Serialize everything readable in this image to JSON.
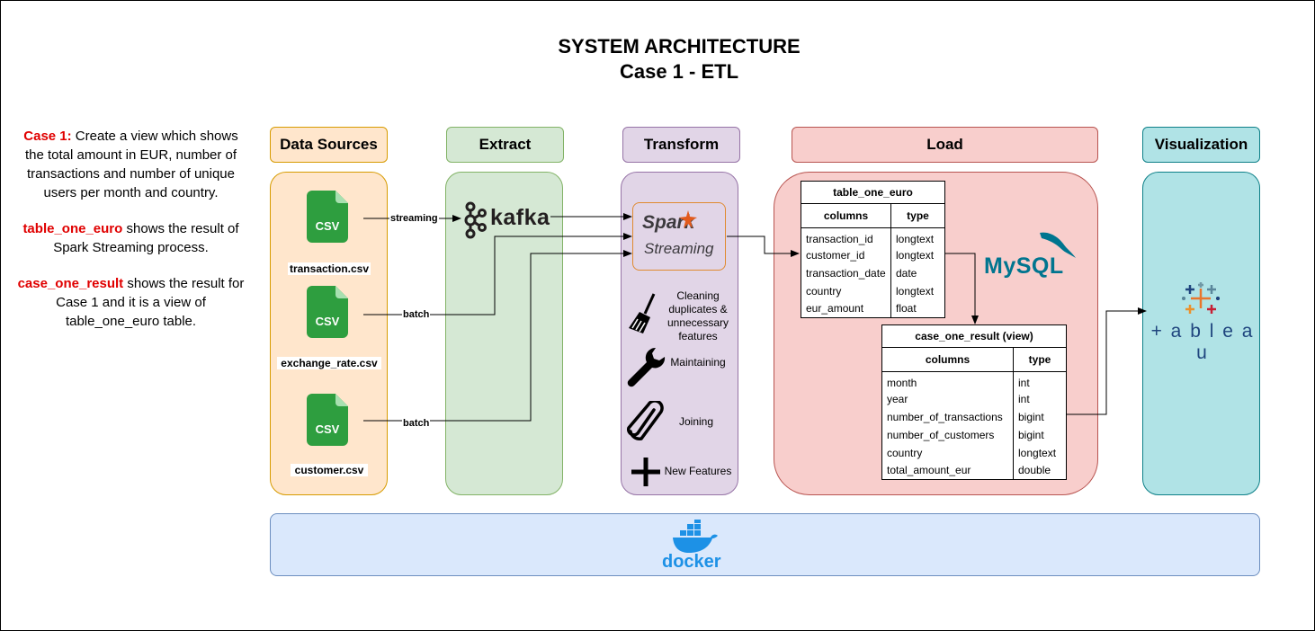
{
  "title": {
    "line1": "SYSTEM ARCHITECTURE",
    "line2": "Case 1 - ETL"
  },
  "notes": {
    "case1_label": "Case 1:",
    "case1_text": " Create a view which shows the total amount in EUR, number of transactions and number of unique users per month and country.",
    "table_label": "table_one_euro",
    "table_text": " shows the result of Spark Streaming process.",
    "result_label": "case_one_result",
    "result_text": " shows the result for Case 1 and it is a view of table_one_euro table."
  },
  "stages": {
    "sources": "Data Sources",
    "extract": "Extract",
    "transform": "Transform",
    "load": "Load",
    "visualization": "Visualization"
  },
  "files": [
    {
      "name": "transaction.csv",
      "icon_text": "CSV",
      "edge": "streaming"
    },
    {
      "name": "exchange_rate.csv",
      "icon_text": "CSV",
      "edge": "batch"
    },
    {
      "name": "customer.csv",
      "icon_text": "CSV",
      "edge": "batch"
    }
  ],
  "logos": {
    "kafka": "kafka",
    "spark_top": "Spark",
    "spark_bottom": "Streaming",
    "mysql": "MySQL",
    "tableau": "+ a b l e a u",
    "docker": "docker"
  },
  "transform_steps": [
    {
      "label": "Cleaning duplicates & unnecessary features",
      "icon": "broom-icon"
    },
    {
      "label": "Maintaining",
      "icon": "wrench-icon"
    },
    {
      "label": "Joining",
      "icon": "paperclip-icon"
    },
    {
      "label": "New Features",
      "icon": "plus-icon"
    }
  ],
  "table_one_euro": {
    "name": "table_one_euro",
    "headers": [
      "columns",
      "type"
    ],
    "rows": [
      [
        "transaction_id",
        "longtext"
      ],
      [
        "customer_id",
        "longtext"
      ],
      [
        "transaction_date",
        "date"
      ],
      [
        "country",
        "longtext"
      ],
      [
        "eur_amount",
        "float"
      ]
    ]
  },
  "case_one_result": {
    "name": "case_one_result (view)",
    "headers": [
      "columns",
      "type"
    ],
    "rows": [
      [
        "month",
        "int"
      ],
      [
        "year",
        "int"
      ],
      [
        "number_of_transactions",
        "bigint"
      ],
      [
        "number_of_customers",
        "bigint"
      ],
      [
        "country",
        "longtext"
      ],
      [
        "total_amount_eur",
        "double"
      ]
    ]
  },
  "colors": {
    "csv_green": "#2e9e3f",
    "kafka": "#231f20",
    "spark_orange": "#e25a1c",
    "mysql_blue": "#00758f",
    "mysql_orange": "#f29111",
    "docker_blue": "#1d91e6"
  }
}
